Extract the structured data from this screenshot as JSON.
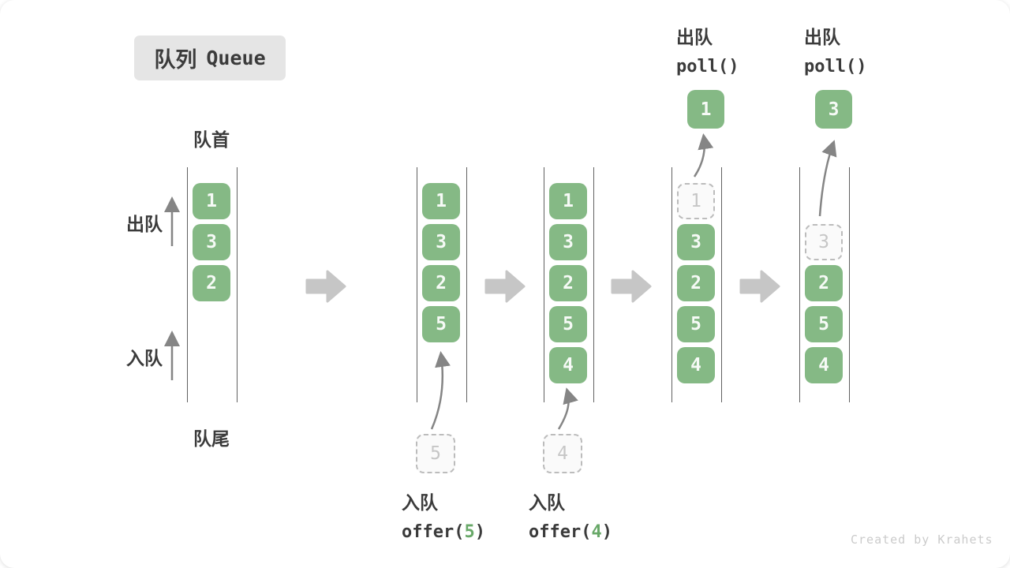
{
  "title": {
    "zh": "队列",
    "en": "Queue"
  },
  "side_labels": {
    "front": "队首",
    "rear": "队尾",
    "dequeue": "出队",
    "enqueue": "入队"
  },
  "queues": [
    {
      "slots": [
        "1",
        "3",
        "2"
      ]
    },
    {
      "slots": [
        "1",
        "3",
        "2",
        "5"
      ],
      "pending": "5",
      "bottom_label": {
        "zh": "入队",
        "code_prefix": "offer(",
        "code_arg": "5",
        "code_suffix": ")"
      }
    },
    {
      "slots": [
        "1",
        "3",
        "2",
        "5",
        "4"
      ],
      "pending": "4",
      "bottom_label": {
        "zh": "入队",
        "code_prefix": "offer(",
        "code_arg": "4",
        "code_suffix": ")"
      }
    },
    {
      "slots": [
        {
          "v": "1",
          "dashed": true
        },
        "3",
        "2",
        "5",
        "4"
      ],
      "popped": "1",
      "top_label": {
        "zh": "出队",
        "code": "poll()"
      }
    },
    {
      "slots": [
        null,
        {
          "v": "3",
          "dashed": true
        },
        "2",
        "5",
        "4"
      ],
      "popped": "3",
      "top_label": {
        "zh": "出队",
        "code": "poll()"
      }
    }
  ],
  "watermark": "Created by Krahets",
  "colors": {
    "box_green": "#85b985",
    "box_text": "#f6faf6",
    "dashed_border": "#bcbcbc",
    "dashed_fill": "#fafafa",
    "dashed_text": "#c6c6c6",
    "wall": "#616161",
    "label_text": "#3b3b3b",
    "code_green": "#68a868",
    "block_arrow": "#c6c6c6",
    "thin_arrow": "#858585",
    "watermark": "#cbcbcb",
    "title_bg": "#e5e5e5"
  }
}
